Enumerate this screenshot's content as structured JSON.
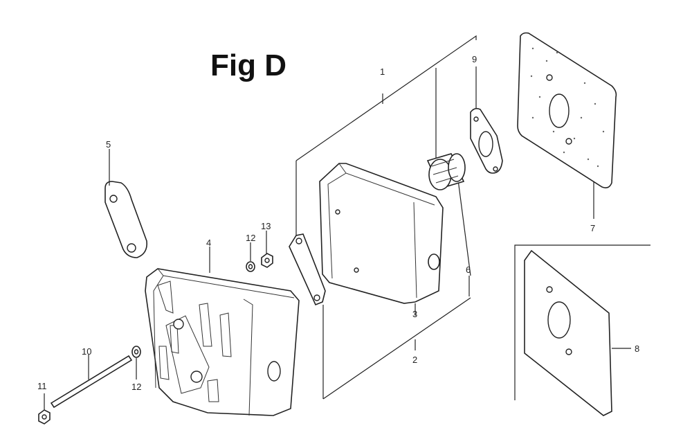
{
  "figure": {
    "title": "Fig D"
  },
  "callouts": [
    "1",
    "2",
    "3",
    "4",
    "5",
    "6",
    "7",
    "8",
    "9",
    "10",
    "11",
    "12",
    "12",
    "13"
  ]
}
